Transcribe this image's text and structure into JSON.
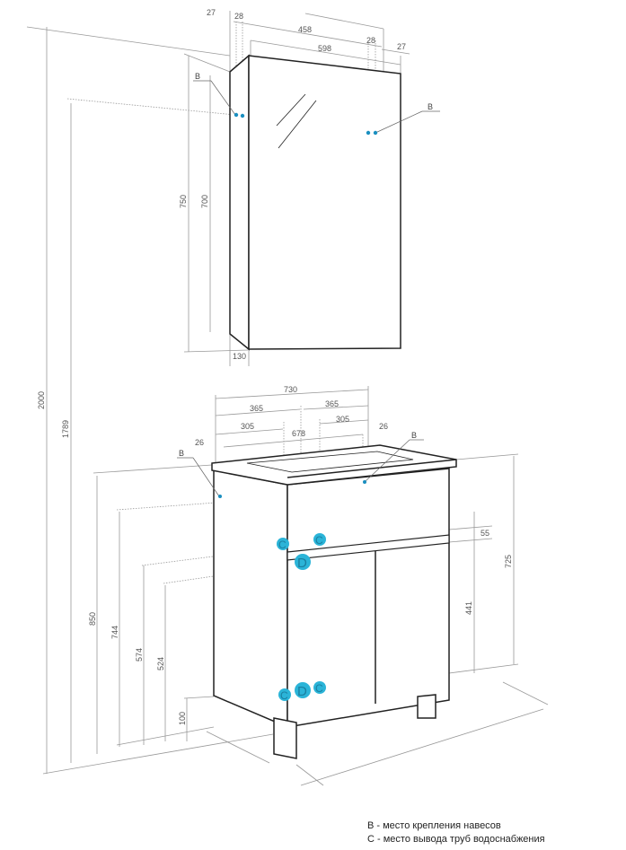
{
  "mirror_cabinet": {
    "dims": {
      "d27a": "27",
      "d28a": "28",
      "d458": "458",
      "d598": "598",
      "d28b": "28",
      "d27b": "27",
      "d750": "750",
      "d700": "700",
      "d130": "130"
    },
    "labels": {
      "b_left": "B",
      "b_right": "B"
    }
  },
  "overall": {
    "d2000": "2000",
    "d1789": "1789"
  },
  "vanity": {
    "dims": {
      "d730": "730",
      "d365a": "365",
      "d365b": "365",
      "d305a": "305",
      "d305b": "305",
      "d678": "678",
      "d26a": "26",
      "d26b": "26",
      "d850": "850",
      "d744": "744",
      "d574": "574",
      "d524": "524",
      "d100": "100",
      "d725": "725",
      "d441": "441",
      "d55": "55"
    },
    "labels": {
      "b_left": "B",
      "b_right": "B"
    },
    "markers": {
      "c1": "C",
      "c2": "C",
      "d1": "D",
      "c3": "C",
      "d2": "D",
      "c4": "C"
    }
  },
  "legend": {
    "b": "B - место крепления навесов",
    "c": "C - место вывода труб водоснабжения"
  },
  "colors": {
    "marker": "#2bb4d8",
    "line": "#222222",
    "dim": "#888888"
  }
}
